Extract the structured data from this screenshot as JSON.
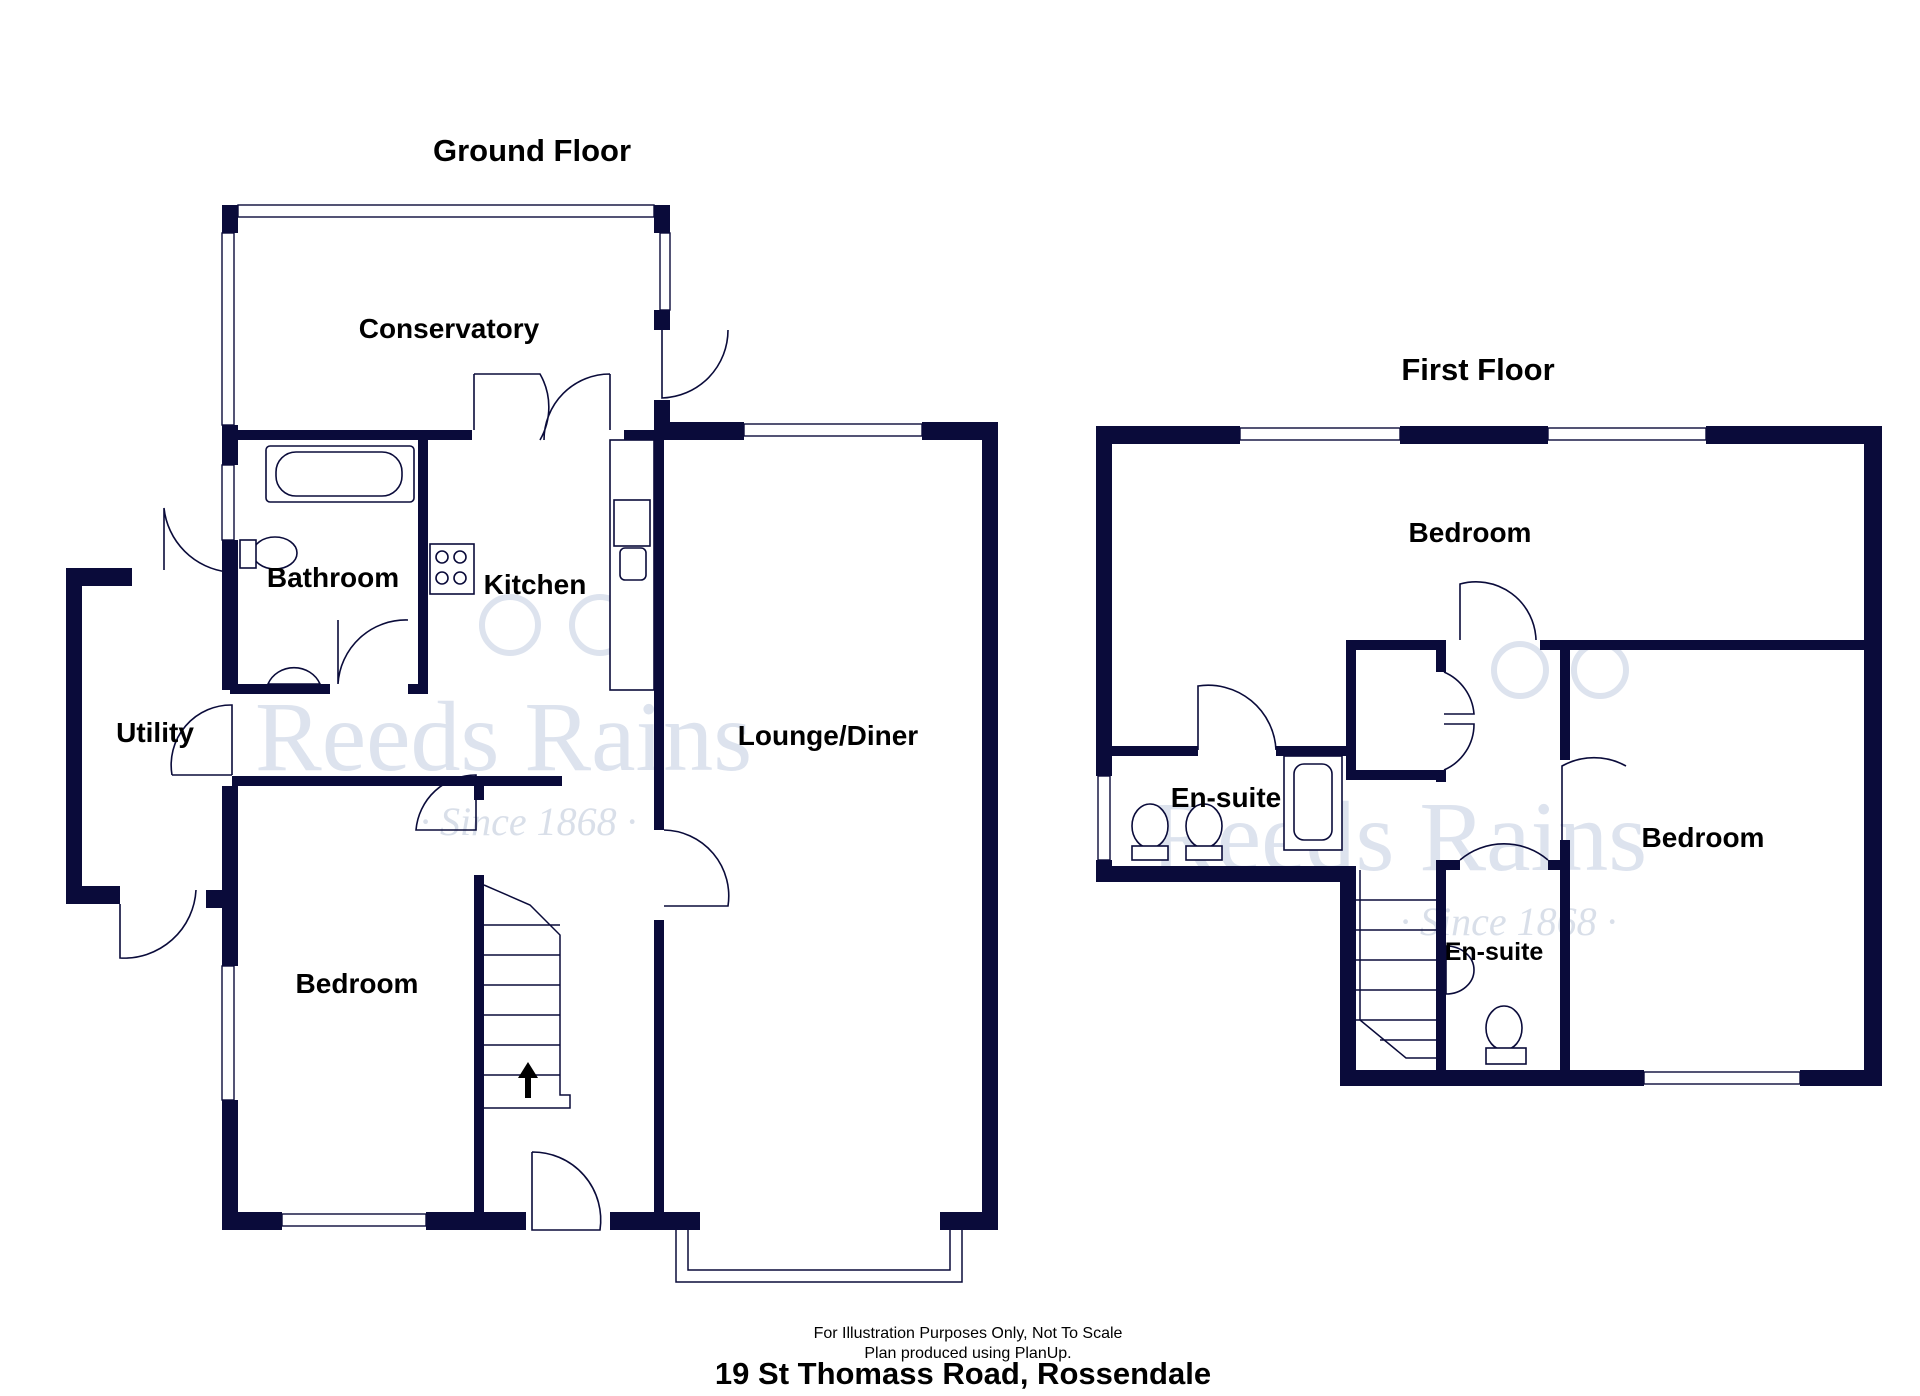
{
  "watermark": {
    "brand": "Reeds Rains",
    "since": "· Since 1868 ·"
  },
  "ground_floor": {
    "title": "Ground Floor",
    "rooms": {
      "conservatory": "Conservatory",
      "bathroom": "Bathroom",
      "kitchen": "Kitchen",
      "utility": "Utility",
      "lounge": "Lounge/Diner",
      "bedroom": "Bedroom"
    }
  },
  "first_floor": {
    "title": "First Floor",
    "rooms": {
      "bedroom_top": "Bedroom",
      "bedroom_right": "Bedroom",
      "ensuite_left": "En-suite",
      "ensuite_right": "En-suite"
    }
  },
  "footer": {
    "note_line1": "For Illustration Purposes Only, Not To Scale",
    "note_line2": "Plan produced using PlanUp.",
    "address": "19 St Thomass Road, Rossendale"
  },
  "colors": {
    "wall": "#0a0b3a",
    "watermark": "#dde3ee"
  }
}
